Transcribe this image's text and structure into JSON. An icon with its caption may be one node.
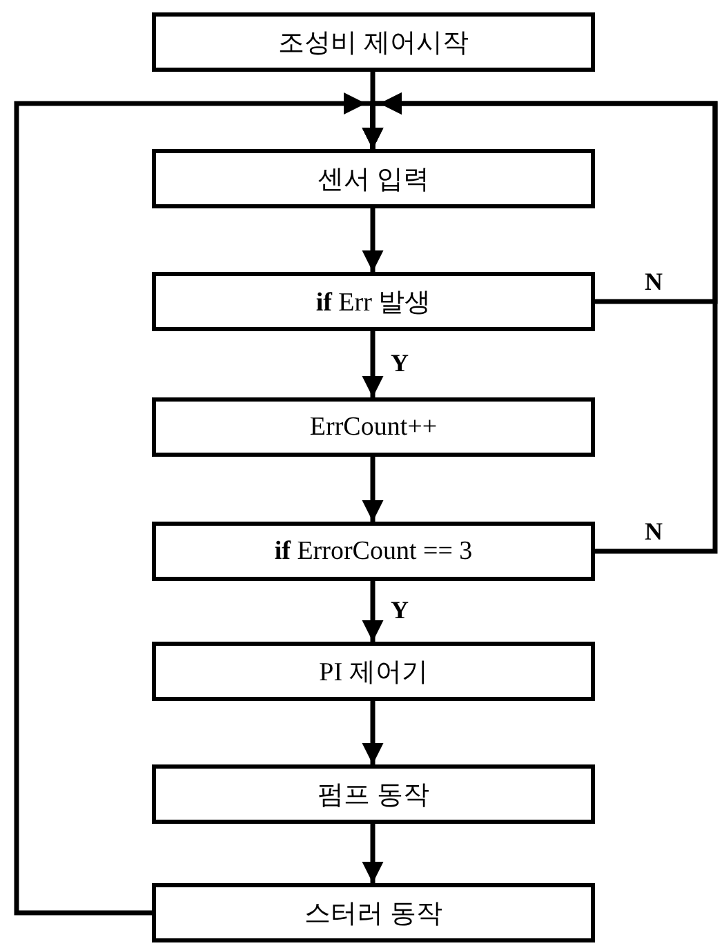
{
  "diagram": {
    "nodes": [
      {
        "text": [
          "조성비 제어시작"
        ]
      },
      {
        "text": [
          "센서 입력"
        ]
      },
      {
        "text": [
          "**if** Err 발생"
        ]
      },
      {
        "text": [
          "ErrCount++"
        ]
      },
      {
        "text": [
          "**if** ErrorCount == 3"
        ]
      },
      {
        "text": [
          "PI 제어기"
        ]
      },
      {
        "text": [
          "펌프 동작"
        ]
      },
      {
        "text": [
          "스터러 동작"
        ]
      }
    ],
    "edges": [
      {
        "from": 0,
        "to": 1,
        "arrow": "to"
      },
      {
        "from": 1,
        "to": 2,
        "arrow": "to"
      },
      {
        "from": 2,
        "to": 3,
        "arrow": "to",
        "label": "Y"
      },
      {
        "from": 2,
        "to": 1,
        "arrow": "to",
        "label": "N"
      },
      {
        "from": 3,
        "to": 4,
        "arrow": "to"
      },
      {
        "from": 4,
        "to": 5,
        "arrow": "to",
        "label": "Y"
      },
      {
        "from": 4,
        "to": 1,
        "arrow": "to",
        "label": "N"
      },
      {
        "from": 5,
        "to": 6,
        "arrow": "to"
      },
      {
        "from": 6,
        "to": 7,
        "arrow": "to"
      },
      {
        "from": 7,
        "to": 1,
        "arrow": "to"
      }
    ]
  }
}
